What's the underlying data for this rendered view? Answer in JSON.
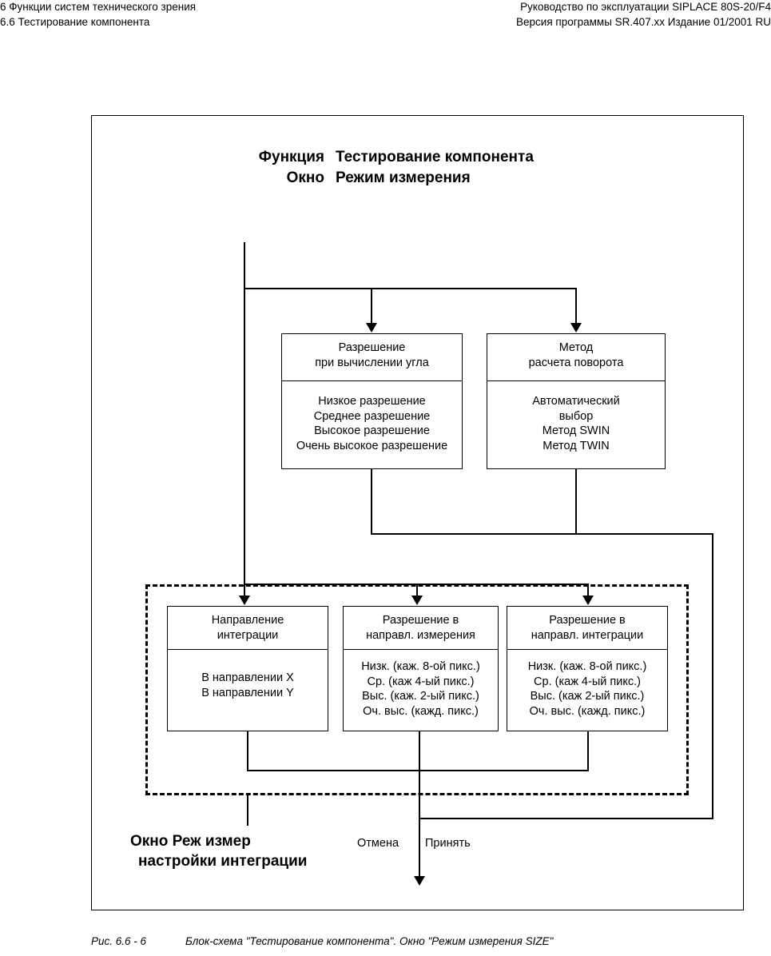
{
  "page_header": {
    "left_line1": "6 Функции систем технического зрения",
    "left_line2": "6.6 Тестирование компонента",
    "right_line1": "Руководство по эксплуатации SIPLACE 80S-20/F4",
    "right_line2": "Версия программы SR.407.xx  Издание 01/2001 RU"
  },
  "figure": {
    "title": {
      "key1": "Функция",
      "val1": "Тестирование компонента",
      "key2": "Окно",
      "val2": "Режим измерения"
    },
    "boxes": [
      {
        "id": "angle-resolution",
        "header": [
          "Разрешение",
          "при вычислении угла"
        ],
        "options": [
          "Низкое разрешение",
          "Среднее разрешение",
          "Высокое разрешение",
          "Очень высокое разрешение"
        ]
      },
      {
        "id": "rotation-method",
        "header": [
          "Метод",
          "расчета поворота"
        ],
        "options": [
          "Автоматический",
          "выбор",
          "Метод SWIN",
          "Метод TWIN"
        ]
      },
      {
        "id": "integration-direction",
        "header": [
          "Направление",
          "интеграции"
        ],
        "options": [
          "В направлении X",
          "В направлении Y"
        ]
      },
      {
        "id": "measurement-resolution",
        "header": [
          "Разрешение в",
          "направл. измерения"
        ],
        "options": [
          "Низк. (каж. 8-ой пикс.)",
          "Ср. (каж 4-ый пикс.)",
          "Выс. (каж. 2-ый пикс.)",
          "Оч. выс. (кажд. пикс.)"
        ]
      },
      {
        "id": "integration-resolution",
        "header": [
          "Разрешение в",
          "направл. интеграции"
        ],
        "options": [
          "Низк. (каж. 8-ой пикс.)",
          "Ср. (каж 4-ый пикс.)",
          "Выс. (каж 2-ый пикс.)",
          "Оч. выс. (кажд. пикс.)"
        ]
      }
    ],
    "window_label": {
      "line1": "Окно  Реж  измер",
      "line2": "настройки интеграции"
    },
    "buttons": {
      "cancel": "Отмена",
      "accept": "Принять"
    }
  },
  "caption": {
    "number": "Рис. 6.6 - 6",
    "text": "Блок-схема \"Тестирование компонента\". Окно \"Режим измерения SIZE\""
  }
}
